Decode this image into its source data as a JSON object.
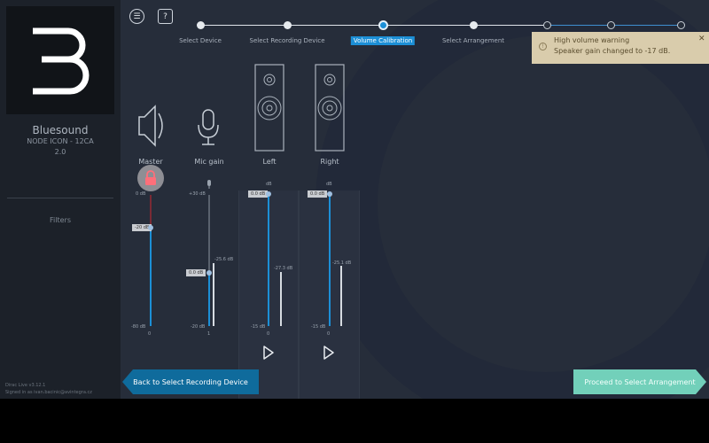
{
  "sidebar": {
    "brand_name": "Bluesound",
    "model": "NODE ICON - 12CA",
    "version": "2.0",
    "filters_label": "Filters",
    "footer_version": "Dirac Live v3.12.1",
    "footer_signed_in": "Signed in as ivan.bacinic@avintegra.cz"
  },
  "toolbar": {
    "menu_icon": "menu-icon",
    "help_label": "?"
  },
  "steps": [
    {
      "label": "Select Device",
      "state": "done"
    },
    {
      "label": "Select Recording Device",
      "state": "done"
    },
    {
      "label": "Volume Calibration",
      "state": "active"
    },
    {
      "label": "Select Arrangement",
      "state": "done"
    },
    {
      "label": "",
      "state": "pending"
    },
    {
      "label": "",
      "state": "pending"
    },
    {
      "label": "",
      "state": "pending"
    }
  ],
  "toast": {
    "title": "High volume warning",
    "message": "Speaker gain changed to -17 dB.",
    "close": "✕"
  },
  "channels": {
    "master": {
      "label": "Master",
      "top": "0 dB",
      "bottom": "-80 dB",
      "value_tag": "-20 dB",
      "value": -20,
      "min": -80,
      "max": 0,
      "footer": "0"
    },
    "mic": {
      "label": "Mic gain",
      "top": "+30 dB",
      "bottom": "-20 dB",
      "value_tag": "0.0 dB",
      "value": 0,
      "min": -20,
      "max": 30,
      "level_label": "-25.6 dB",
      "footer": "1"
    },
    "left": {
      "label": "Left",
      "unit": "dB",
      "top_tag": "0.0 dB",
      "bottom": "-15 dB",
      "level_label": "-27.3 dB",
      "footer": "0"
    },
    "right": {
      "label": "Right",
      "unit": "dB",
      "top_tag": "0.0 dB",
      "bottom": "-15 dB",
      "level_label": "-25.1 dB",
      "footer": "0"
    }
  },
  "nav": {
    "back_label": "Back to Select Recording Device",
    "proceed_label": "Proceed to Select Arrangement"
  },
  "colors": {
    "accent": "#1c8fd6",
    "proceed": "#72d0ba",
    "back": "#0f6b9c",
    "warning_bg": "#d9ccac"
  }
}
